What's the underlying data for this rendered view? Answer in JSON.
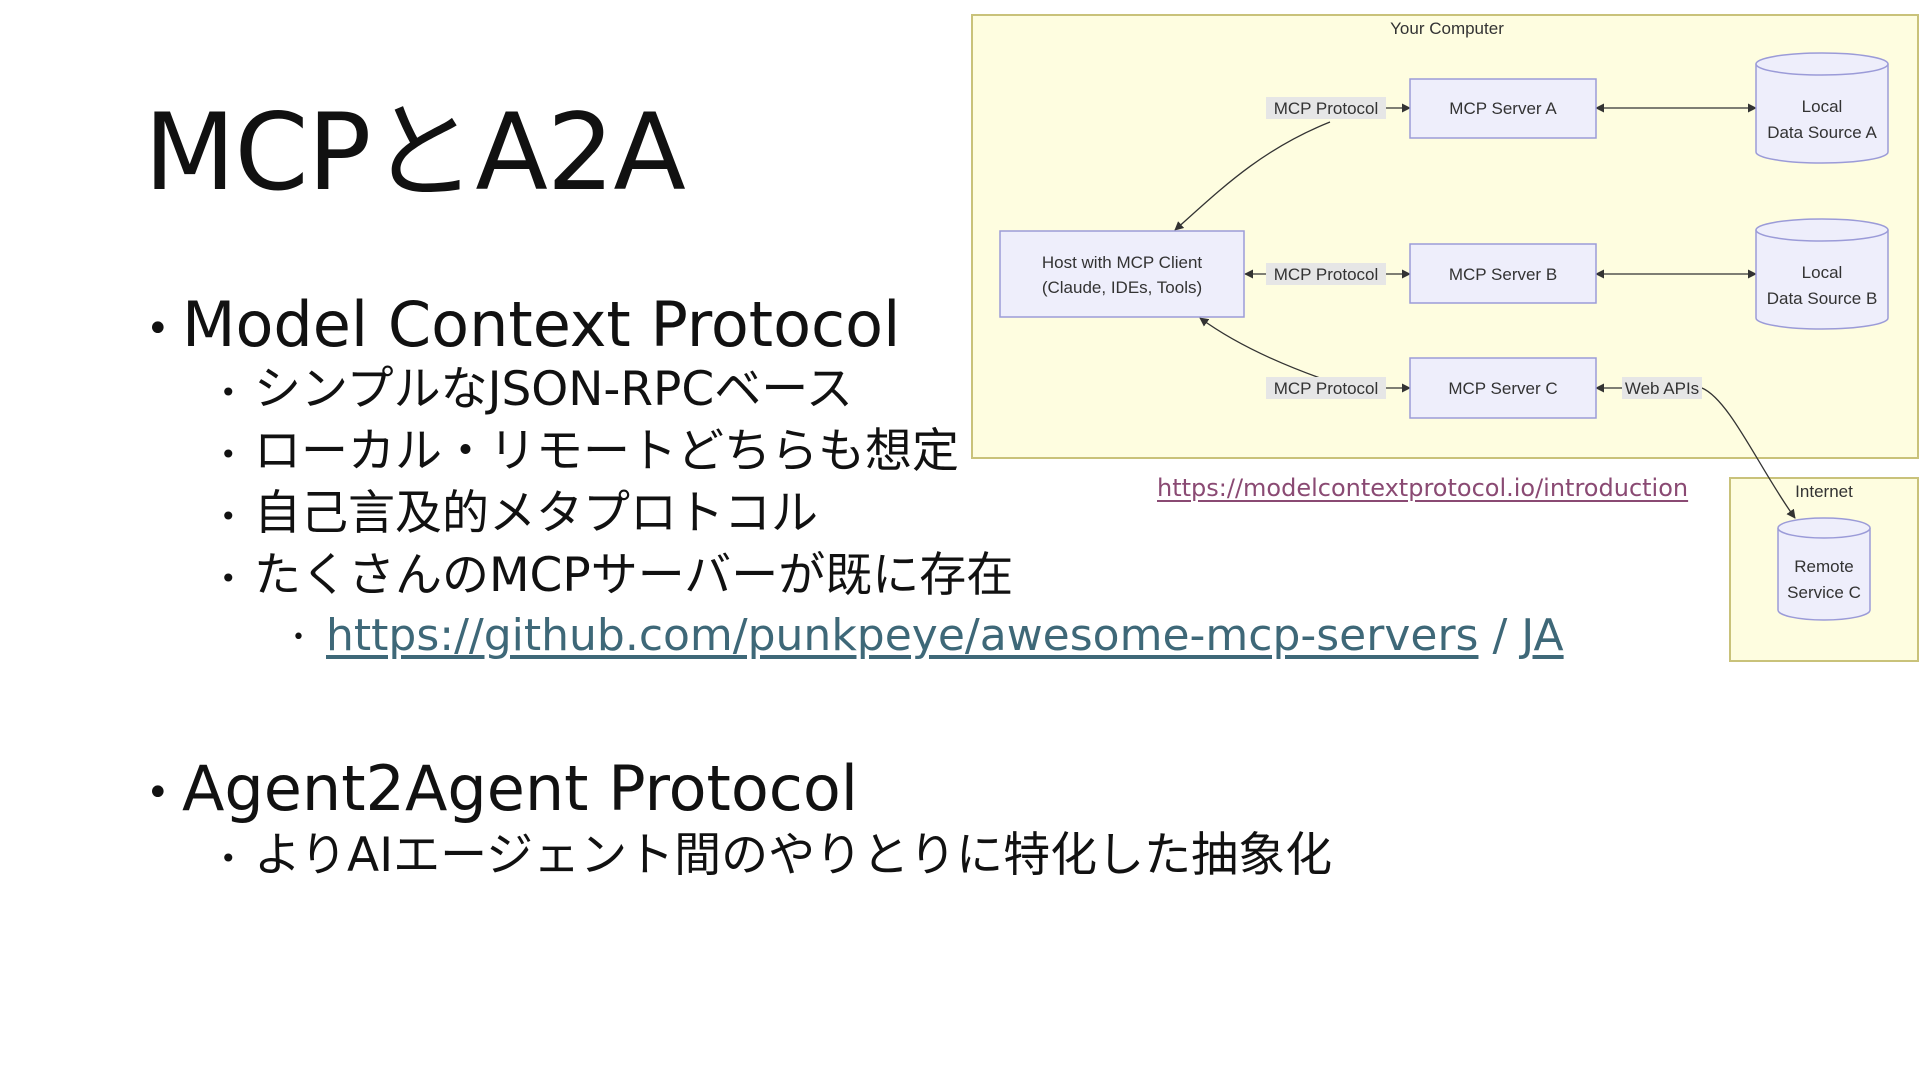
{
  "slide": {
    "title": "MCPとA2A",
    "sections": [
      {
        "heading": "Model Context Protocol",
        "items": [
          "シンプルなJSON-RPCベース",
          "ローカル・リモートどちらも想定",
          "自己言及的メタプロトコル",
          "たくさんのMCPサーバーが既に存在"
        ],
        "sub_link": "https://github.com/punkpeye/awesome-mcp-servers",
        "sub_sep": "/",
        "sub_link2": "JA"
      },
      {
        "heading": "Agent2Agent Protocol",
        "items": [
          "よりAIエージェント間のやりとりに特化した抽象化"
        ]
      }
    ]
  },
  "diagram": {
    "your_computer_label": "Your Computer",
    "internet_label": "Internet",
    "host_line1": "Host with MCP Client",
    "host_line2": "(Claude, IDEs, Tools)",
    "server_a": "MCP Server A",
    "server_b": "MCP Server B",
    "server_c": "MCP Server C",
    "proto_a": "MCP Protocol",
    "proto_b": "MCP Protocol",
    "proto_c": "MCP Protocol",
    "web_apis": "Web APIs",
    "ds_a_line1": "Local",
    "ds_a_line2": "Data Source A",
    "ds_b_line1": "Local",
    "ds_b_line2": "Data Source B",
    "remote_line1": "Remote",
    "remote_line2": "Service C",
    "source_link": "https://modelcontextprotocol.io/introduction",
    "colors": {
      "region_fill": "#fefde0",
      "region_stroke": "#c9c27a",
      "node_fill": "#eeeefb",
      "node_stroke": "#9b9bd8",
      "edge_label_bg": "#e6e6e6"
    }
  }
}
